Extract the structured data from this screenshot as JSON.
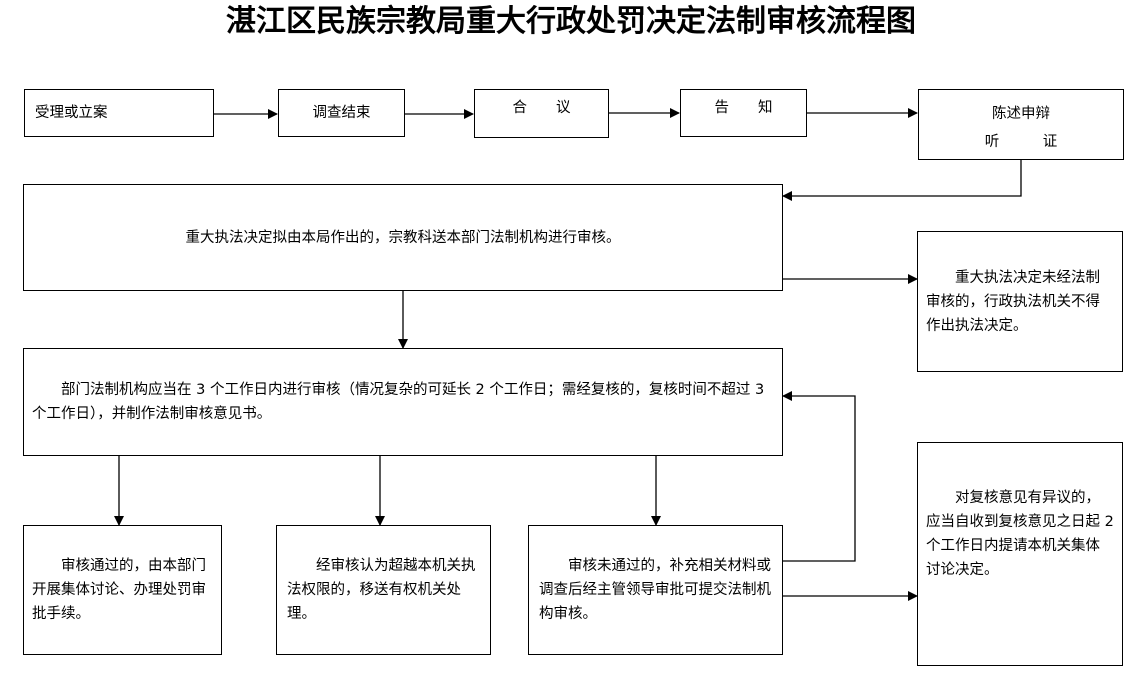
{
  "title": "湛江区民族宗教局重大行政处罚决定法制审核流程图",
  "top_steps": [
    {
      "label": "受理或立案"
    },
    {
      "label": "调查结束"
    },
    {
      "label": "合　　议"
    },
    {
      "label": "告　　知"
    },
    {
      "label_line1": "陈述申辩",
      "label_line2": "听　　　证"
    }
  ],
  "submit_review": "重大执法决定拟由本局作出的，宗教科送本部门法制机构进行审核。",
  "no_review_note": "重大执法决定未经法制审核的，行政执法机关不得作出执法决定。",
  "review_period": "部门法制机构应当在 3 个工作日内进行审核（情况复杂的可延长 2 个工作日；需经复核的，复核时间不超过 3 个工作日），并制作法制审核意见书。",
  "outcomes": [
    {
      "label": "审核通过的，由本部门开展集体讨论、办理处罚审批手续。"
    },
    {
      "label": "经审核认为超越本机关执法权限的，移送有权机关处理。"
    },
    {
      "label": "审核未通过的，补充相关材料或调查后经主管领导审批可提交法制机构审核。"
    }
  ],
  "objection_note": "对复核意见有异议的，应当自收到复核意见之日起 2 个工作日内提请本机关集体讨论决定。"
}
